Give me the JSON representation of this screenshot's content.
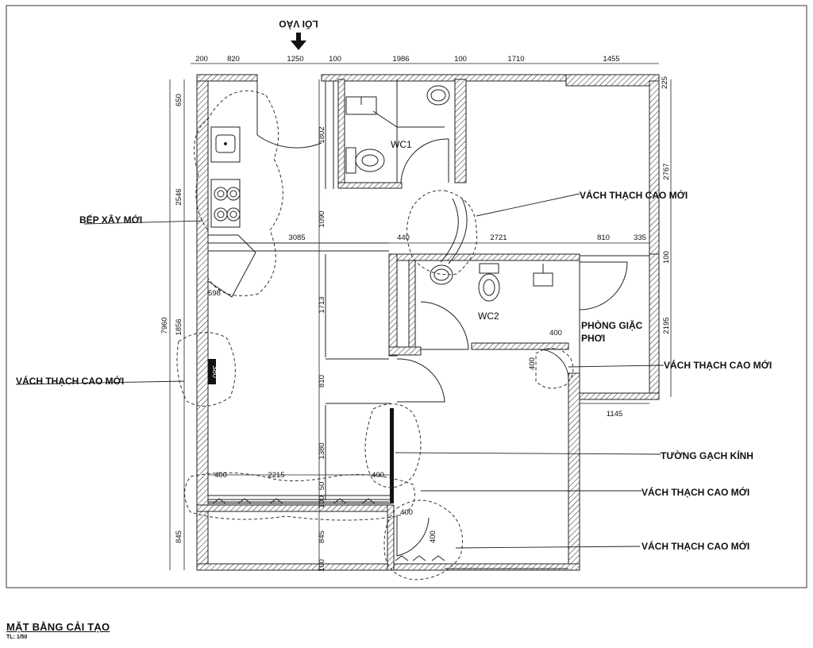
{
  "entry": {
    "label": "LỐI VÀO"
  },
  "dims_top": [
    "200",
    "820",
    "1250",
    "100",
    "1986",
    "100",
    "1710",
    "1455",
    "225"
  ],
  "dims_left": [
    "650",
    "2546",
    "7960",
    "1856",
    "845"
  ],
  "dims_mid_vertical": [
    "1802",
    "1090",
    "1713",
    "810",
    "1380",
    "50",
    "100",
    "845",
    "100"
  ],
  "dims_right": [
    "2767",
    "100",
    "2195"
  ],
  "dims_inner": {
    "kitchen_wall": "3085",
    "wc_gap": "440",
    "balcony_top": "2721",
    "balcony_door": "810",
    "balcony_edge": "335",
    "balcony_bottom": "1145",
    "counter": "598",
    "niche": "380",
    "wc2_partition": "400",
    "wc2_side": "400",
    "window_left": "400",
    "window_mid": "2215",
    "window_right": "400",
    "shower_top": "400",
    "shower_side": "400"
  },
  "rooms": {
    "wc1": "WC1",
    "wc2": "WC2"
  },
  "annotations": {
    "bep": "BẾP XÂY MỚI",
    "vach_left": "VÁCH THẠCH CAO MỚI",
    "vach_top": "VÁCH THẠCH CAO MỚI",
    "phong_line1": "PHÒNG GIẶC",
    "phong_line2": "PHƠI",
    "vach_right": "VÁCH THẠCH CAO MỚI",
    "tuong_gach": "TƯỜNG GẠCH KÍNH",
    "vach_r2": "VÁCH THẠCH CAO MỚI",
    "vach_r3": "VÁCH THẠCH CAO MỚI"
  },
  "title_block": {
    "title": "MẶT BẰNG CẢI TẠO",
    "scale": "TL: 1/50"
  }
}
